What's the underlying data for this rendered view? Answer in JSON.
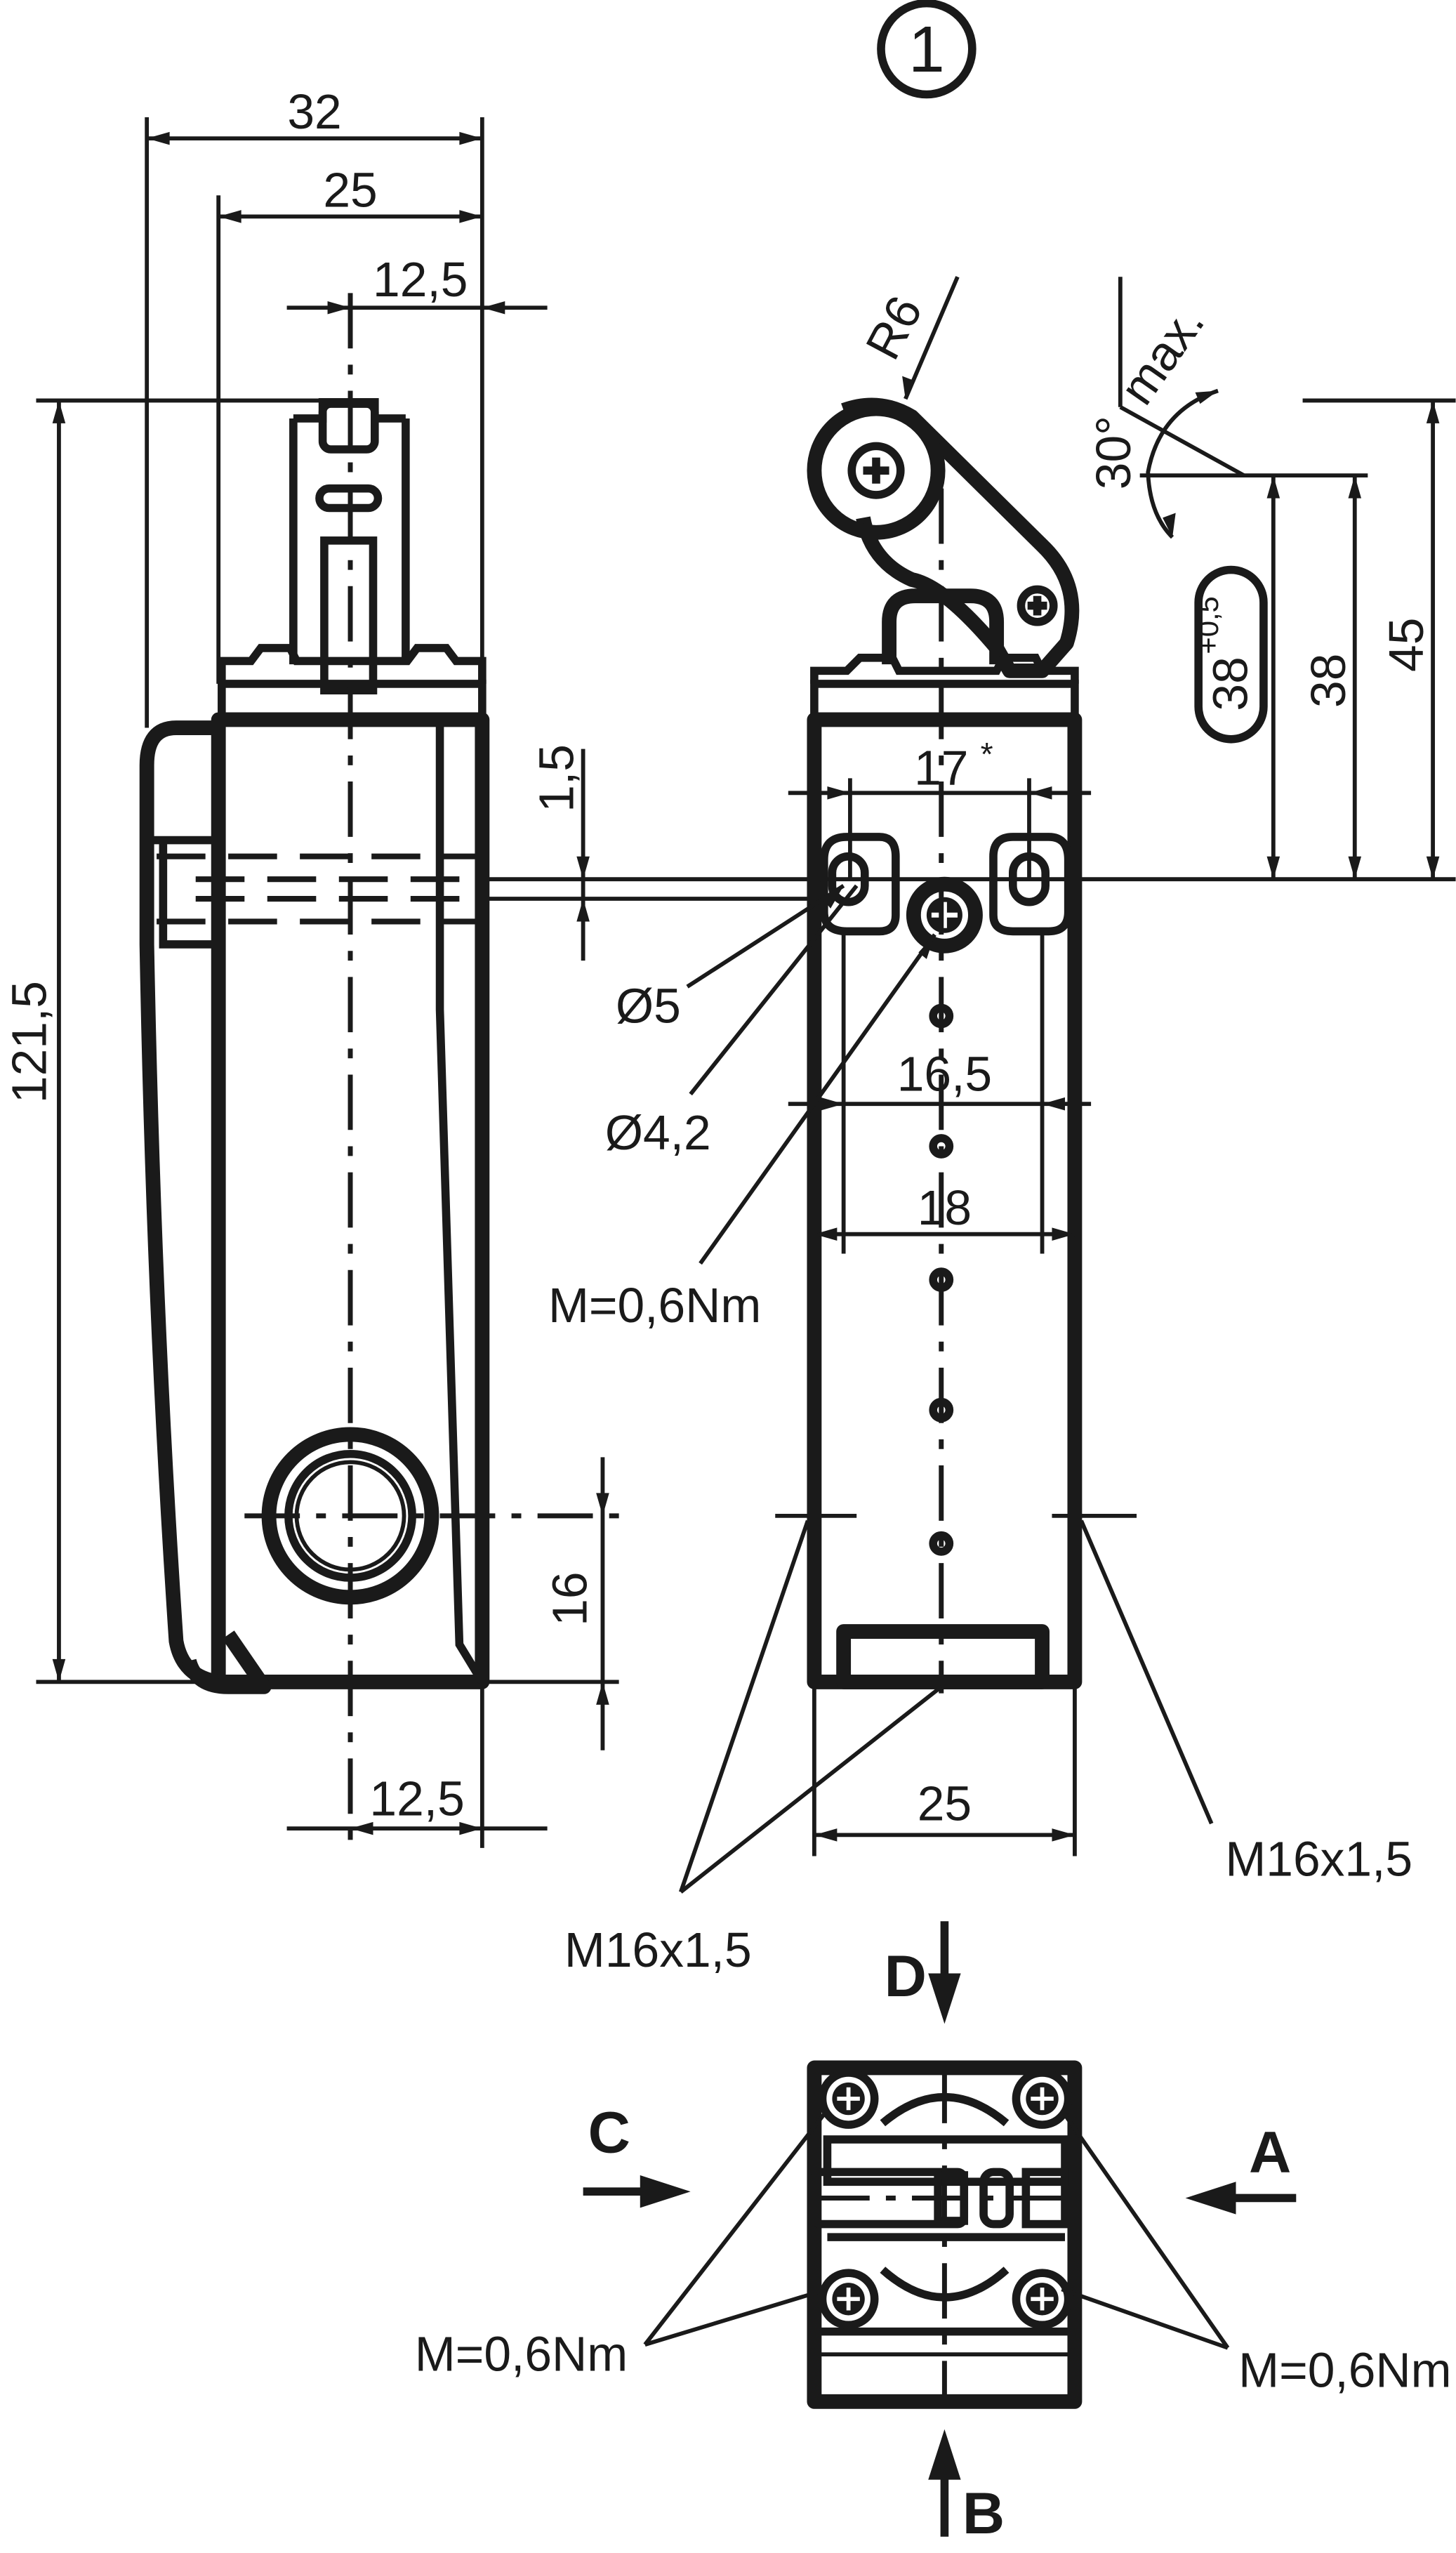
{
  "view_number": "1",
  "dimensions": {
    "width_32": "32",
    "width_25_top": "25",
    "width_12_5_top": "12,5",
    "height_121_5": "121,5",
    "offset_1_5": "1,5",
    "height_16": "16",
    "width_12_5_bottom": "12,5",
    "roller_radius": "R6",
    "angle": "30°",
    "angle_max": "max.",
    "height_38_tol_base": "38",
    "height_38_tol_upper": "+0,5",
    "height_38": "38",
    "height_45": "45",
    "spacing_17": "17",
    "spacing_17_mark": "*",
    "hole_d5": "Ø5",
    "hole_d4_2": "Ø4,2",
    "spacing_16_5": "16,5",
    "spacing_18": "18",
    "torque_front": "M=0,6Nm",
    "width_25_bottom": "25",
    "thread_right": "M16x1,5",
    "thread_left": "M16x1,5",
    "torque_left": "M=0,6Nm",
    "torque_right": "M=0,6Nm"
  },
  "directions": {
    "d": "D",
    "c": "C",
    "a": "A",
    "b": "B"
  }
}
